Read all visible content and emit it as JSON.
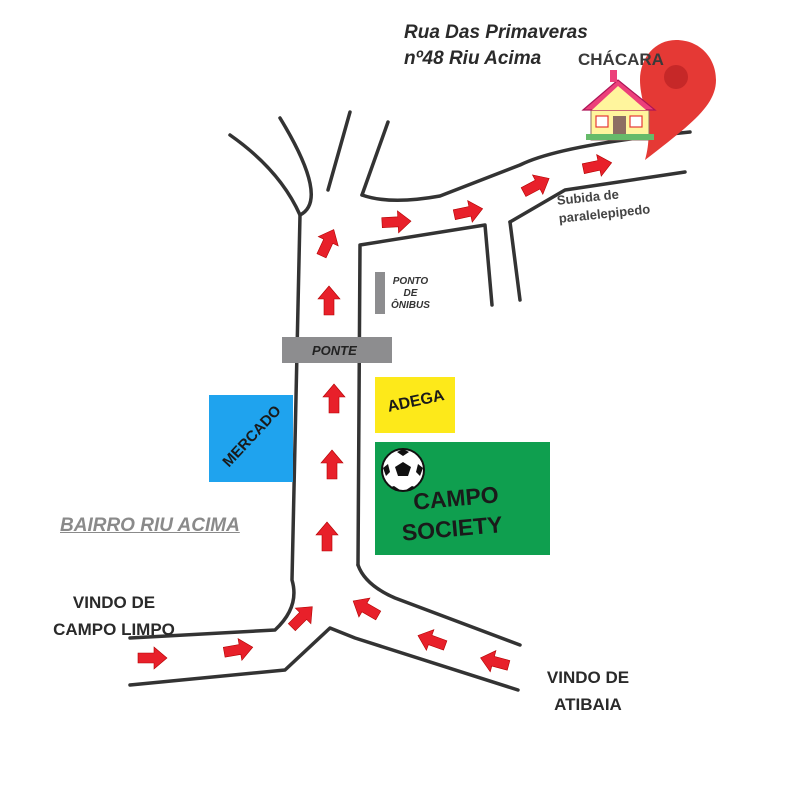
{
  "address": {
    "line1": "Rua Das Primaveras",
    "line2": "nº48 Riu Acima"
  },
  "destination": {
    "label": "CHÁCARA",
    "pin_icon": "map-pin-icon",
    "house_icon": "house-icon"
  },
  "road_notes": {
    "cobblestone": {
      "line1": "Subida de",
      "line2": "paralelepipedo"
    }
  },
  "bus_stop": {
    "line1": "PONTO",
    "line2": "DE",
    "line3": "ÔNIBUS"
  },
  "bridge": {
    "label": "PONTE"
  },
  "places": {
    "market": {
      "label": "MERCADO",
      "color": "#1fa3ee"
    },
    "wine_shop": {
      "label": "ADEGA",
      "color": "#fde91a"
    },
    "soccer_field": {
      "line1": "CAMPO",
      "line2": "SOCIETY",
      "color": "#0f9f4f",
      "icon": "soccer-ball-icon"
    }
  },
  "neighborhood": {
    "label": "BAIRRO RIU ACIMA"
  },
  "origins": {
    "campo_limpo": {
      "line1": "VINDO DE",
      "line2": "CAMPO LIMPO"
    },
    "atibaia": {
      "line1": "VINDO DE",
      "line2": "ATIBAIA"
    }
  },
  "colors": {
    "route_arrow": "#e8202a",
    "road_outline": "#333333",
    "pin": "#e53935",
    "bridge": "#8d8d8f"
  }
}
